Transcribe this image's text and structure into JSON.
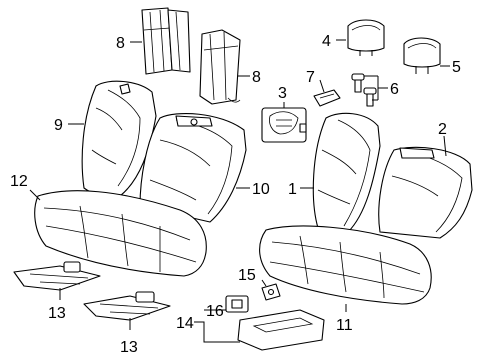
{
  "callouts": {
    "c1": "1",
    "c2": "2",
    "c3": "3",
    "c4": "4",
    "c5": "5",
    "c6": "6",
    "c7": "7",
    "c8a": "8",
    "c8b": "8",
    "c9": "9",
    "c10": "10",
    "c11": "11",
    "c12": "12",
    "c13a": "13",
    "c13b": "13",
    "c14": "14",
    "c15": "15",
    "c16": "16"
  }
}
